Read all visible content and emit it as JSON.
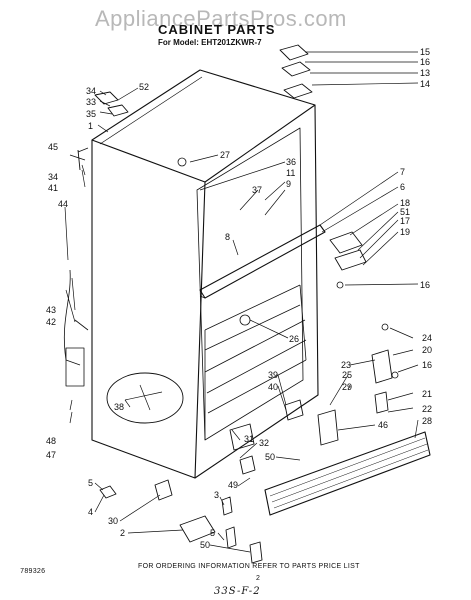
{
  "watermark": "AppliancePartsPros.com",
  "title": "CABINET PARTS",
  "model_line": "For Model: EHT201ZKWR-7",
  "footer_note": "FOR ORDERING INFORMATION REFER TO PARTS PRICE LIST",
  "page_number": "2",
  "ref_code": "789326",
  "handwritten_code": "33S-F-2",
  "part_labels": {
    "p15": "15",
    "p16a": "16",
    "p13": "13",
    "p14": "14",
    "p52": "52",
    "p34a": "34",
    "p33": "33",
    "p35": "35",
    "p1": "1",
    "p45": "45",
    "p34b": "34",
    "p41": "41",
    "p27": "27",
    "p36": "36",
    "p11": "11",
    "p9": "9",
    "p37": "37",
    "p7": "7",
    "p6": "6",
    "p18": "18",
    "p51": "51",
    "p17": "17",
    "p19": "19",
    "p8": "8",
    "p44": "44",
    "p16b": "16",
    "p26": "26",
    "p43": "43",
    "p42": "42",
    "p24": "24",
    "p20": "20",
    "p16c": "16",
    "p23": "23",
    "p38": "38",
    "p39": "39",
    "p40": "40",
    "p25": "25",
    "p29": "29",
    "p21": "21",
    "p22": "22",
    "p28": "28",
    "p48": "48",
    "p47": "47",
    "p46": "46",
    "p31": "31",
    "p32": "32",
    "p50a": "50",
    "p49": "49",
    "p3": "3",
    "p5a": "5",
    "p4": "4",
    "p30": "30",
    "p2": "2",
    "p5b": "5",
    "p50b": "50"
  }
}
